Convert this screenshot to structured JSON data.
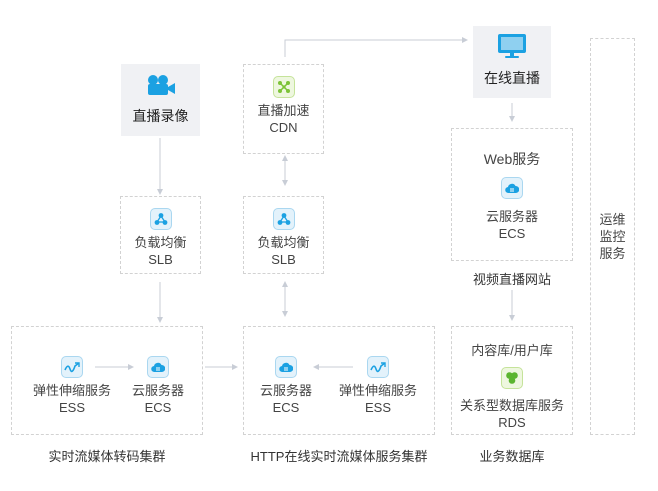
{
  "nodes": {
    "live_recording": "直播录像",
    "cdn_line1": "直播加速",
    "cdn_line2": "CDN",
    "online_live": "在线直播",
    "slb1_line1": "负载均衡",
    "slb1_line2": "SLB",
    "slb2_line1": "负载均衡",
    "slb2_line2": "SLB",
    "web_service": "Web服务",
    "web_ecs_line1": "云服务器",
    "web_ecs_line2": "ECS",
    "ess1_line1": "弹性伸缩服务",
    "ess1_line2": "ESS",
    "ecs1_line1": "云服务器",
    "ecs1_line2": "ECS",
    "ecs2_line1": "云服务器",
    "ecs2_line2": "ECS",
    "ess2_line1": "弹性伸缩服务",
    "ess2_line2": "ESS",
    "content_db": "内容库/用户库",
    "rds_line1": "关系型数据库服务",
    "rds_line2": "RDS",
    "ops_line1": "运维",
    "ops_line2": "监控",
    "ops_line3": "服务"
  },
  "captions": {
    "website": "视频直播网站",
    "transcode_cluster": "实时流媒体转码集群",
    "http_cluster": "HTTP在线实时流媒体服务集群",
    "db": "业务数据库"
  },
  "colors": {
    "accent_blue": "#1ba1e2",
    "accent_green": "#7cc338",
    "icon_bg_blue": "#e3f2fb",
    "line": "#c8cdd6",
    "dashed_border": "#d2d2d2",
    "gray_box": "#f0f1f4"
  },
  "icons": {
    "live_recording": "video-camera-icon",
    "cdn": "network-nodes-icon",
    "online_live": "monitor-icon",
    "slb": "load-balancer-icon",
    "ecs": "cloud-server-icon",
    "ess": "elastic-scaling-icon",
    "rds": "database-icon"
  }
}
